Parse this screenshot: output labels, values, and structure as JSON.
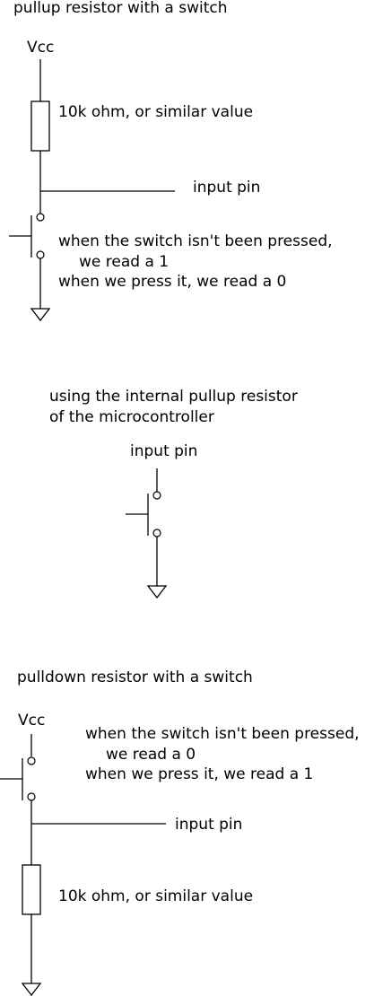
{
  "section1": {
    "title": "pullup resistor with a switch",
    "vcc": "Vcc",
    "resistor": "10k ohm, or similar value",
    "input": "input pin",
    "note1": "when the switch isn't been pressed,",
    "note2": "we read a 1",
    "note3": "when we press it, we read a 0"
  },
  "section2": {
    "title1": "using the internal pullup resistor",
    "title2": "of the microcontroller",
    "input": "input pin"
  },
  "section3": {
    "title": "pulldown resistor with a switch",
    "vcc": "Vcc",
    "note1": "when the switch isn't been pressed,",
    "note2": "we read a 0",
    "note3": "when we press it, we read a 1",
    "input": "input pin",
    "resistor": "10k ohm, or similar value"
  }
}
